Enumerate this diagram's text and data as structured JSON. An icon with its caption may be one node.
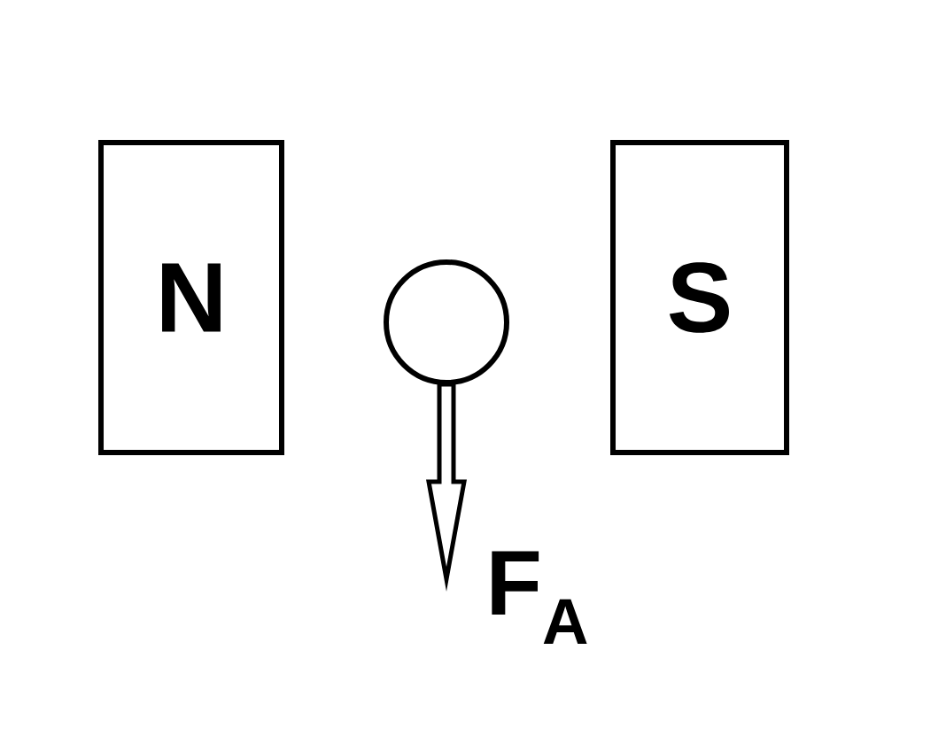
{
  "diagram": {
    "nodes": [
      {
        "text": [
          "N"
        ]
      },
      {
        "text": [
          "S"
        ]
      },
      {
        "text": [],
        "shape": "circle"
      }
    ],
    "labels": [
      "F$_{A}$"
    ]
  }
}
